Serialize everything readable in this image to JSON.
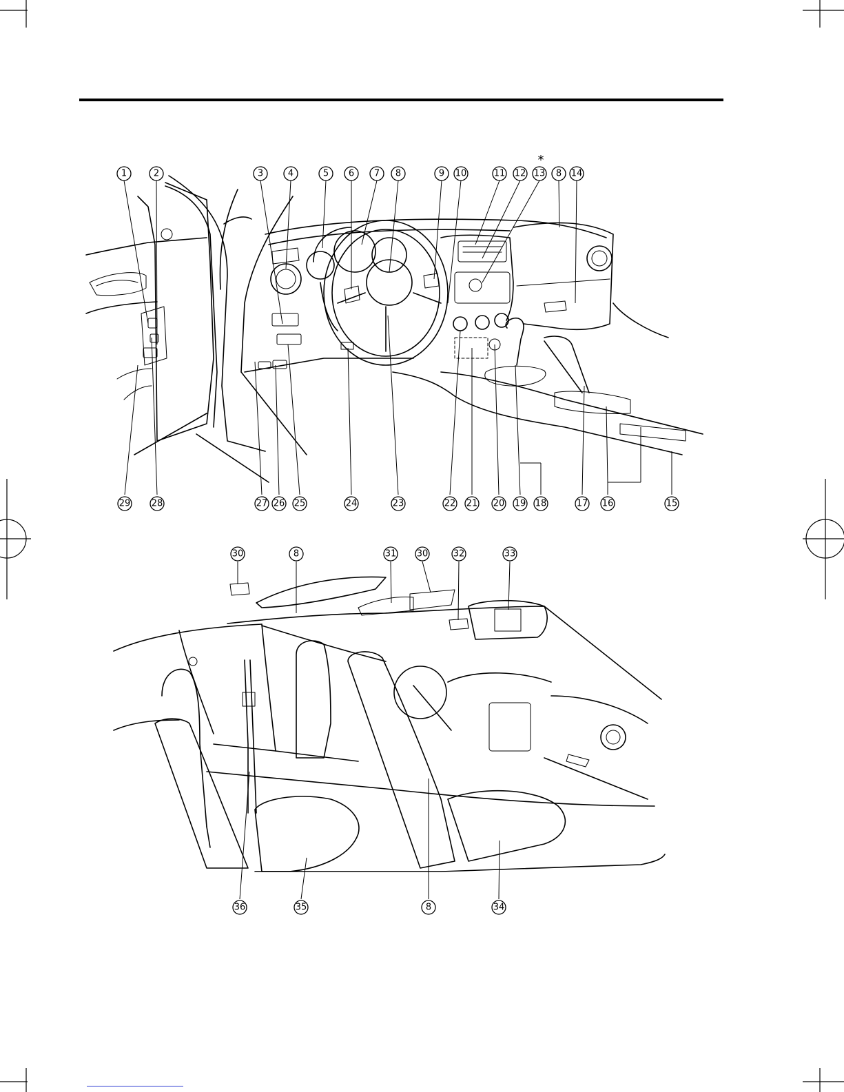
{
  "page": {
    "header_rule": true,
    "footer_link_color": "#2b3bd1",
    "asterisk": "*"
  },
  "figures": [
    {
      "id": "dashboard",
      "callouts_top": [
        "1",
        "2",
        "3",
        "4",
        "5",
        "6",
        "7",
        "8",
        "9",
        "10",
        "11",
        "12",
        "13",
        "8",
        "14"
      ],
      "callouts_bottom": [
        "29",
        "28",
        "27",
        "26",
        "25",
        "24",
        "23",
        "22",
        "21",
        "20",
        "19",
        "18",
        "17",
        "16",
        "15"
      ]
    },
    {
      "id": "cabin",
      "callouts_top": [
        "30",
        "8",
        "31",
        "30",
        "32",
        "33"
      ],
      "callouts_bottom": [
        "36",
        "35",
        "8",
        "34"
      ]
    }
  ]
}
